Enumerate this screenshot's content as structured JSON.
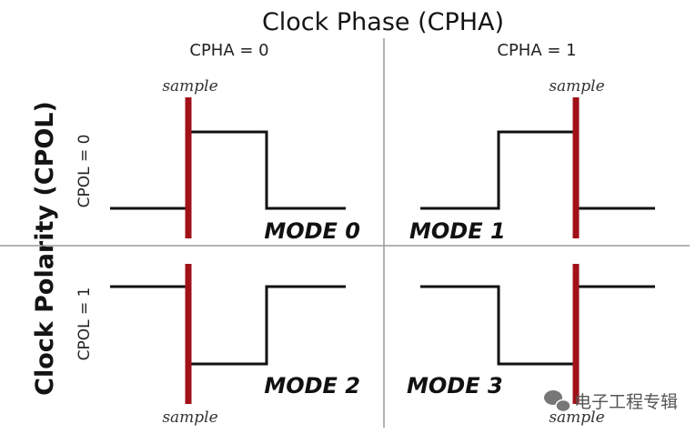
{
  "title": "Clock Phase (CPHA)",
  "ylabel": "Clock Polarity (CPOL)",
  "columns": [
    "CPHA = 0",
    "CPHA = 1"
  ],
  "rows": [
    "CPOL = 0",
    "CPOL = 1"
  ],
  "modes": [
    "MODE 0",
    "MODE 1",
    "MODE 2",
    "MODE 3"
  ],
  "sample_label": "sample",
  "watermark": "电子工程专辑",
  "colors": {
    "sample_marker": "#a01218",
    "waveform": "#111111",
    "divider": "#9a9a9a"
  }
}
